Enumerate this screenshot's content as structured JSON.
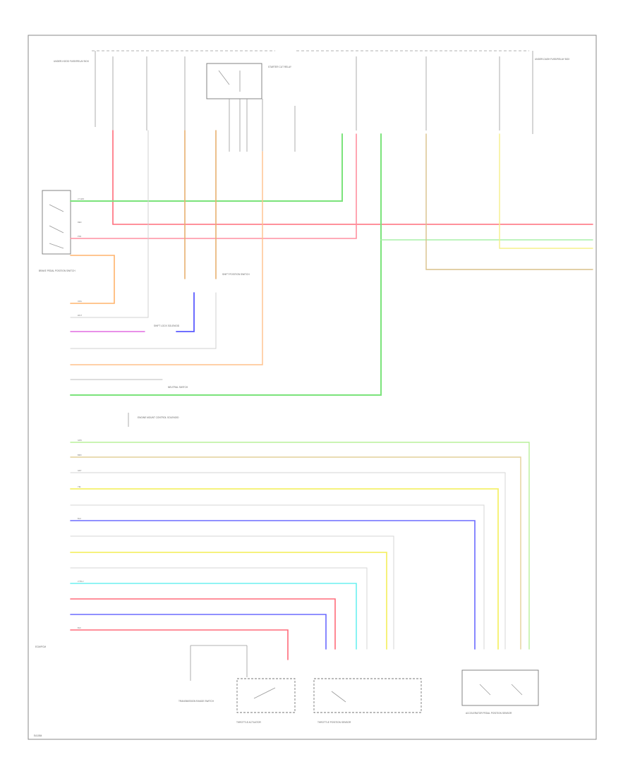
{
  "diagram": {
    "footer_code": "EA1084",
    "components": {
      "under_hood_fuse_box": "UNDER-HOOD FUSE/RELAY BOX",
      "under_dash_fuse_box": "UNDER-DASH FUSE/RELAY BOX",
      "ecm_pcm": "ECM/PCM",
      "shift_lock_solenoid": "SHIFT LOCK SOLENOID",
      "brake_pedal_switch": "BRAKE PEDAL POSITION SWITCH",
      "shift_position_switch": "SHIFT POSITION SWITCH",
      "neutral_switch": "NEUTRAL SWITCH",
      "starter_cut_relay": "STARTER CUT RELAY",
      "engine_mount_solenoid": "ENGINE MOUNT CONTROL SOLENOID",
      "transmission_range_switch": "TRANSMISSION RANGE SWITCH",
      "throttle_actuator": "THROTTLE ACTUATOR",
      "throttle_sensor": "THROTTLE POSITION SENSOR",
      "accelerator_pedal_sensor": "ACCELERATOR PEDAL POSITION SENSOR"
    },
    "wire_colors": {
      "lt_grn": "LT GRN",
      "red": "RED",
      "pnk": "PNK",
      "org": "ORG",
      "wht": "WHT",
      "yel": "YEL",
      "blu": "BLU",
      "grn": "GRN",
      "brn": "BRN",
      "lt_blu": "LT BLU",
      "gry": "GRY",
      "blk": "BLK"
    }
  }
}
